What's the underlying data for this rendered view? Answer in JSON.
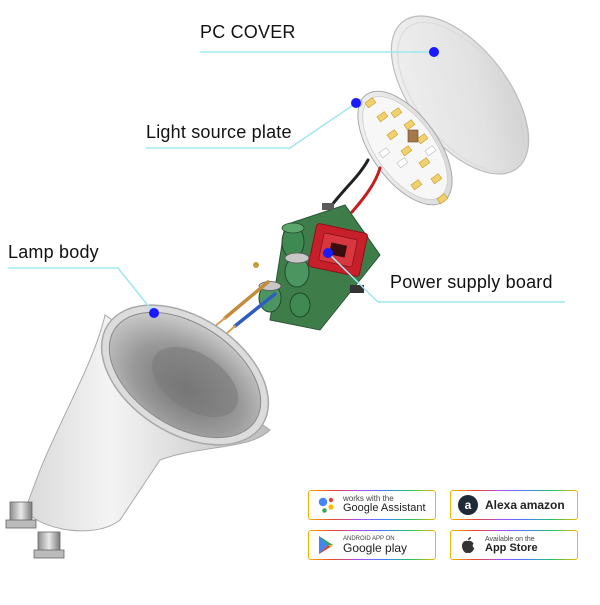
{
  "labels": {
    "pc_cover": "PC COVER",
    "light_source_plate": "Light source plate",
    "lamp_body": "Lamp body",
    "power_supply_board": "Power supply board"
  },
  "badges": {
    "google_assistant": {
      "line1": "works with the",
      "line2": "Google Assistant"
    },
    "alexa": {
      "line1": "Alexa",
      "line2": "amazon"
    },
    "google_play": {
      "line1": "ANDROID APP ON",
      "line2": "Google play"
    },
    "app_store": {
      "line1": "Available on the",
      "line2": "App Store"
    }
  },
  "colors": {
    "leader_line": "#9ee8ef",
    "marker_dot": "#1a1aff",
    "pcb_green": "#3e7d4a",
    "transformer_red": "#c8202a"
  }
}
